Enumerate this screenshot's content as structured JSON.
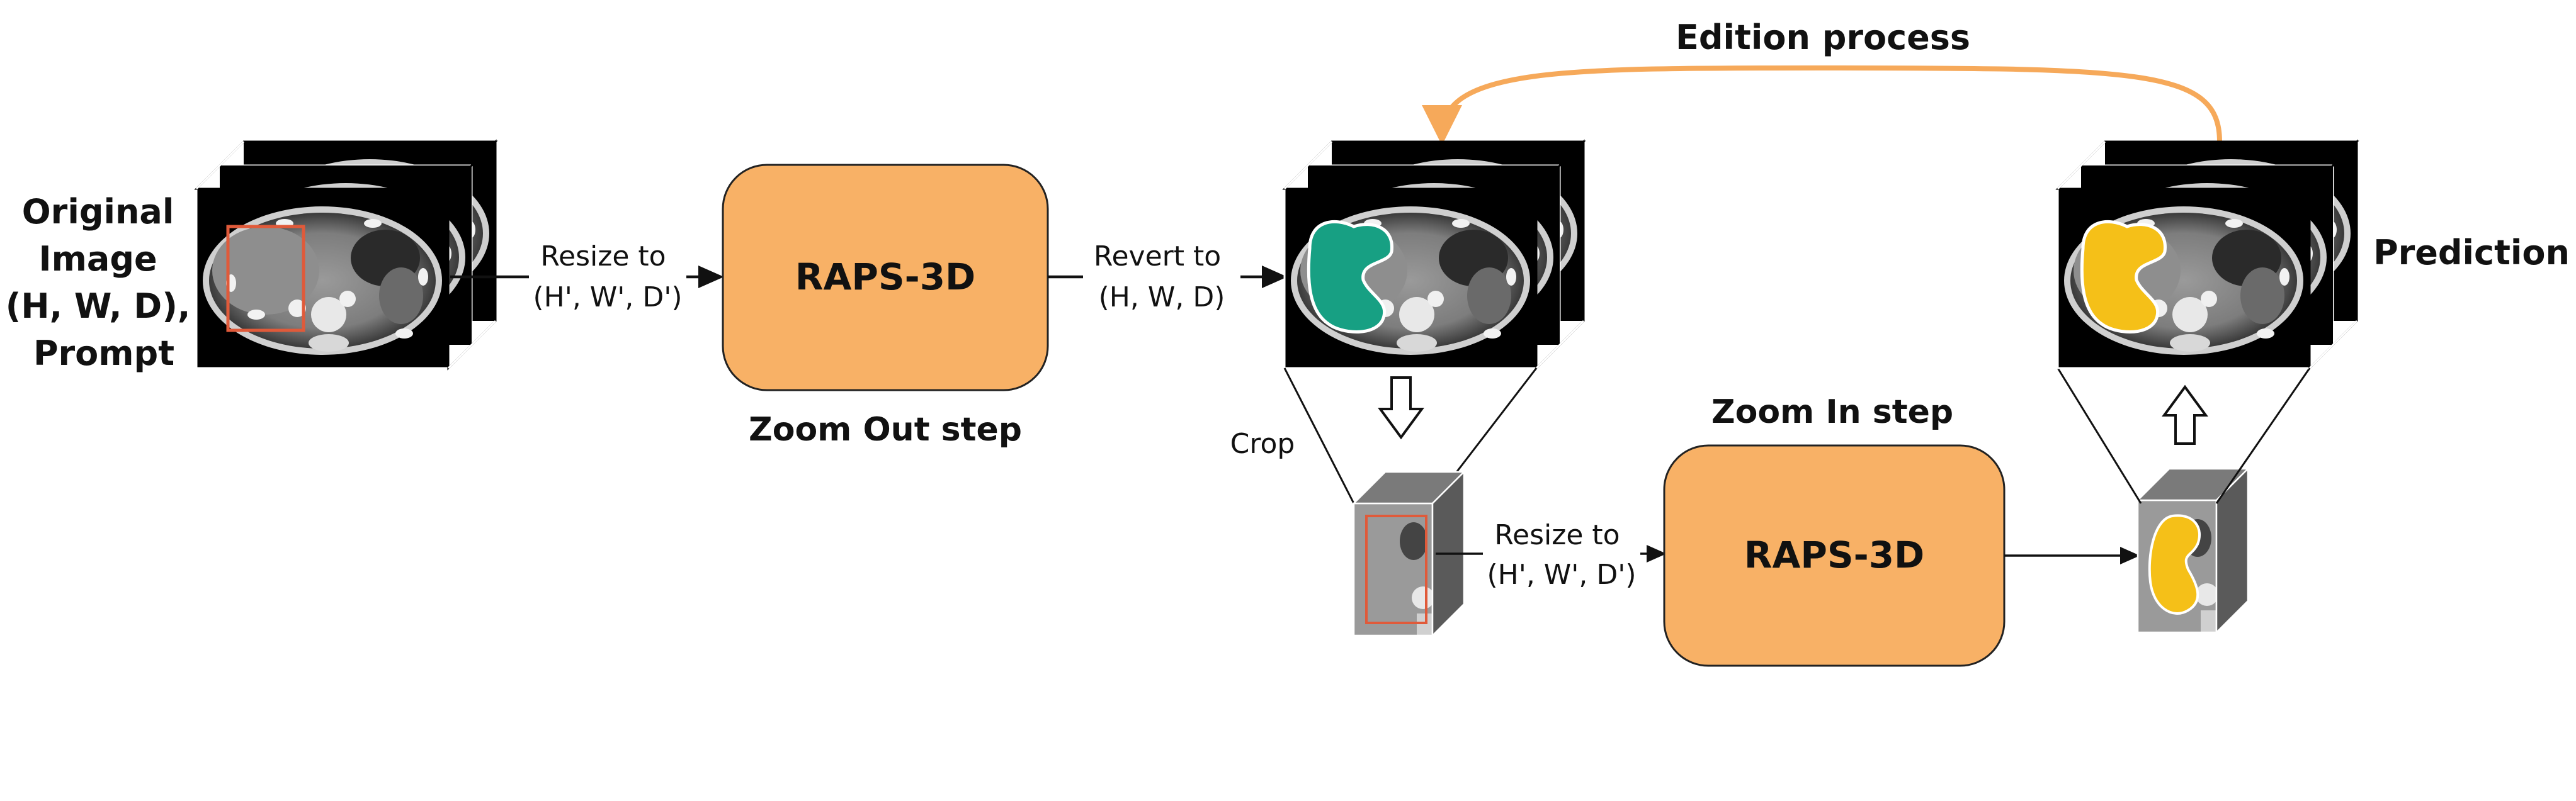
{
  "colors": {
    "box_fill": "#f8b166",
    "arrow_orange": "#f6a95a",
    "bbox_red": "#e05a3a",
    "mask_teal": "#17a083",
    "mask_yellow": "#f5c018"
  },
  "title": "Edition process",
  "input": {
    "label_lines": [
      "Original",
      "Image",
      "(H, W, D),",
      "Prompt"
    ]
  },
  "output": {
    "label": "Prediction"
  },
  "zoom_out": {
    "box_title": "RAPS-3D",
    "step_label": "Zoom Out step",
    "resize_lines": [
      "Resize to",
      "(H', W', D')"
    ],
    "revert_lines": [
      "Revert to",
      "(H, W, D)"
    ]
  },
  "zoom_in": {
    "box_title": "RAPS-3D",
    "step_label": "Zoom In step",
    "resize_lines": [
      "Resize to",
      "(H', W', D')"
    ],
    "crop_label": "Crop"
  },
  "icons": {
    "ct_stack": "ct-scan-stack-icon",
    "down_arrow": "hollow-down-arrow-icon",
    "up_arrow": "hollow-up-arrow-icon"
  }
}
